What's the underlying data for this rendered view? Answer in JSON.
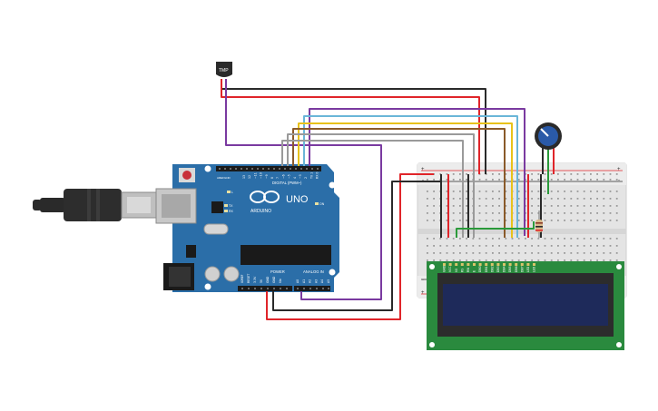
{
  "sensor": {
    "label": "TMP"
  },
  "arduino": {
    "brand": "ARDUINO",
    "model": "UNO",
    "digital_header": "DIGITAL (PWM~)",
    "power_header": "POWER",
    "analog_header": "ANALOG IN",
    "tx_label": "TX",
    "rx_label": "RX",
    "on_label": "ON",
    "l_label": "L",
    "aref_label": "AREF",
    "gnd_label": "GND",
    "digital_pins": [
      "13",
      "12",
      "~11",
      "~10",
      "~9",
      "8",
      "7",
      "~6",
      "~5",
      "4",
      "~3",
      "2",
      "TX 1",
      "RX 0"
    ],
    "power_pins": [
      "IOREF",
      "RESET",
      "3.3V",
      "5V",
      "GND",
      "GND",
      "Vin"
    ],
    "analog_pins": [
      "A0",
      "A1",
      "A2",
      "A3",
      "A4",
      "A5"
    ]
  },
  "lcd": {
    "pins": [
      "GND",
      "VCC",
      "V0",
      "RS",
      "RW",
      "E",
      "DB0",
      "DB1",
      "DB2",
      "DB3",
      "DB4",
      "DB5",
      "DB6",
      "DB7",
      "LED",
      "LED"
    ]
  },
  "breadboard": {
    "rail_plus": "+",
    "rail_minus": "-"
  },
  "colors": {
    "board": "#2b6ea8",
    "wire_red": "#e0252a",
    "wire_black": "#2a2a2a",
    "wire_purple": "#7a3aa0",
    "wire_gray": "#9a9a9a",
    "wire_yellow": "#e8c21a",
    "wire_orange": "#e8962a",
    "wire_brown": "#8a5a2a",
    "wire_lightblue": "#6ab6d8",
    "wire_green": "#2a9a3a",
    "lcd_pcb": "#2a8a3e",
    "lcd_screen": "#1e2a5a"
  }
}
